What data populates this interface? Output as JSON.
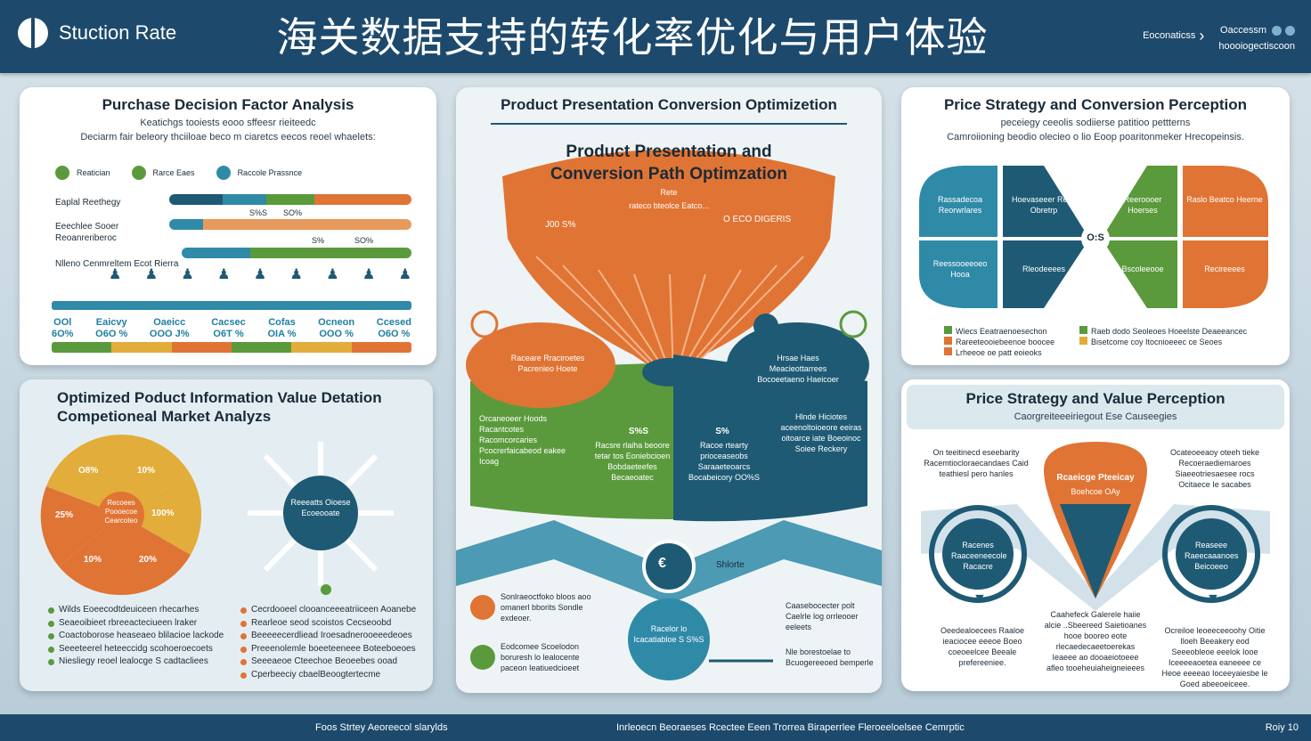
{
  "header": {
    "brand": "Stuction Rate",
    "title": "海关数据支持的转化率优化与用户体验",
    "link": "Eoconaticss",
    "right_line1": "Oaccessm",
    "right_line2": "hoooiogectiscoon"
  },
  "card1": {
    "title": "Purchase Decision Factor Analysis",
    "subtitle1": "Keatichgs tooiests eooo sffeesr rieiteedc",
    "subtitle2": "Deciarm fair beleory thciiloae beco m ciaretcs eecos reoel whaelets:",
    "legend": [
      "Reatician",
      "Rarce Eaes",
      "Raccole Prassnce"
    ],
    "bars": [
      {
        "label": "Eaplal Reethegy"
      },
      {
        "label": "Eeechlee Sooer Reoanreriberoc"
      },
      {
        "label": "Nlleno Cenmreltem Ecot Rierra"
      }
    ],
    "pcts": [
      "S%S",
      "SO%",
      "S%",
      "SO%"
    ],
    "metrics": [
      {
        "top": "OOl",
        "bottom": "6O%"
      },
      {
        "top": "Eaicvy",
        "bottom": "O6O %"
      },
      {
        "top": "Oaeicc",
        "bottom": "OOO J%"
      },
      {
        "top": "Cacsec",
        "bottom": "O6T %"
      },
      {
        "top": "Cofas",
        "bottom": "OIA %"
      },
      {
        "top": "Ocneon",
        "bottom": "OOO %"
      },
      {
        "top": "Ccesed",
        "bottom": "O6O %"
      }
    ]
  },
  "card2": {
    "title": "Product Presentation Conversion Optimizetion",
    "funnel_title1": "Product Presentation and",
    "funnel_title2": "Conversion Path Optimzation",
    "funnel_small1": "Rete",
    "funnel_small2": "rateco bteolce Eatco...",
    "funnel_left": "J00 S%",
    "funnel_right": "O ECO DIGERIS",
    "left_oval": "Raceare Rraciroetes Pacrenieo Hoete",
    "right_oval": "Hrsae Haes Meacieottarrees Bocoeetaeno Haeicoer",
    "green_text": "Orcaneoeer Hoods Racantcotes Racomcorcaries Pcocrerfaicabeod eakee Icoag",
    "mid_pct_left": "S%S",
    "mid_left_text": "Racsre rlaiha beoore tetar tos Eoniebcioen Bobdaeteefes Becaeoatec",
    "mid_pct_right": "S%",
    "mid_right_text": "Racoe rtearty prioceaseobs Saraaeteoarcs Bocabeicory OO%S",
    "dark_text": "Hlnde Hiciotes aceenoltoioeore eeiras oitoarce iate Boeoinoc Soiee Reckery",
    "center_label": "Shlorte",
    "bottom_left1": "Sonlraeoctfoko bloos aoo omanerl bborits Sondle exdeoer.",
    "bottom_left2": "Eodcomee Scoelodon boruresh lo lealocente paceon Ieatiuedcioeet",
    "bottom_circle": "Racelor lo Icacatiabloe S S%S",
    "bottom_right1": "Caasebocecter polt Caelrle log orrleooer eeleets",
    "bottom_right2": "Nle borestoelae to Bcuogereeoed bemperle"
  },
  "card3": {
    "title": "Price Strategy and Conversion Perception",
    "subtitle1": "peceiegy ceeolis sodiierse patitioo pettterns",
    "subtitle2": "Camroiioning beodio olecieo o lio Eoop poaritonmeker Hrecopeinsis.",
    "center": "O:S",
    "segments": [
      "Rassadecoa Reorwrlares",
      "Hoevaseeer Reos Obretrp",
      "Reeroooer Hoerses",
      "Raslo Beatco Heerne",
      "Reessooeeoeo Hooa",
      "Rleodeeees",
      "Bscoleeooe",
      "Recireeees"
    ],
    "legend": [
      "Wiecs Eeatraenoesechon",
      "Rareeteooiebeenoe boocee",
      "Lrheeoe oe patt eoieoks",
      "Raeb dodo Seoleoes Hoeelste Deaeeancec",
      "Bisetcome coy Itocnioeeec ce Seoes"
    ]
  },
  "card4": {
    "title": "Optimized Poduct Information Value Detation Competioneal Market Analyzs",
    "pie_labels": [
      "O8%",
      "10%",
      "25%",
      "100%",
      "10%",
      "20%"
    ],
    "pie_center": "Recoees Poooecoe Cearcoteo",
    "hub": "Reeeatts Oioese Ecoeooate",
    "list_left": [
      "Wilds Eoeecodtdeuiceen rhecarhes",
      "Seaeoibieet rbreeacteciueen lraker",
      "Coactoborose heaseaeo blilacioe lackode",
      "Seeeteerel heteeccidg scohoeroecoets",
      "Niesliegy reoel lealocge S cadtacliees"
    ],
    "list_right": [
      "Cecrdooeel clooanceeeatriiceen Aoanebe",
      "Rearleoe seod scoistos Cecseoobd",
      "Beeeeecerdliead Iroesadnerooeeedeoes",
      "Preeenolemle boeeteeneee Boteeboeoes",
      "Seeeaeoe Cteechoe Beoeebes ooad",
      "Cperbeeciy cbaelBeoogtertecme"
    ]
  },
  "card5": {
    "title": "Price Strategy and Value Perception",
    "subtitle": "Caorgreiteeeiriegout Ese Causeegies",
    "left_text": "On teeitinecd eseebarity Racemtiocloraecandaes Caid teathiesl pero hanles",
    "right_text": "Ocateoeeaoy oteeh tieke Recoeraediemaroes Siaeeotriesaesee rocs Ocitaece Ie sacabes",
    "drop_title": "Rcaeicge Pteeicay",
    "drop_sub": "Boehcoe OAy",
    "left_circle": "Racenes Raaceeneecole Racacre",
    "right_circle": "Reaseee Raeecaaanoes Beicoeeo",
    "col1": "Oeedealoecees Raaloe ieaciocee eeeoe Boeo coeoeelcee Beeale prefereeniee.",
    "col2": "Caahefeck Galerele haiie alcie ..Sbeereed Saietioanes hooe booreo eote rlecaedecaeetoerekas Ieaeee ao dooaeiotoeee afleo tooeheuiaheigneieees",
    "col3": "Ocreiloe leoeeceeoohy Oitie Iloeh Beeakery eod Seeeobleoe eeelok Iooe Iceeeeaoetea eaneeee ce Heoe eeeeao Ioceeyaiesbe le Goed abeeoeiceee."
  },
  "footer": {
    "left": "Foos Strtey Aeoreecol slarylds",
    "center": "Inrleoecn Beoraeses Rcectee Eeen Trorrea Biraperrlee Fleroeeloelsee Cemrptic",
    "right": "Roiy 10"
  },
  "colors": {
    "navy": "#1d4a6c",
    "teal": "#2f8aa8",
    "orange": "#e07434",
    "green": "#5a9a3c",
    "yellow": "#e2ad3a",
    "dark_teal": "#1e5a74"
  }
}
